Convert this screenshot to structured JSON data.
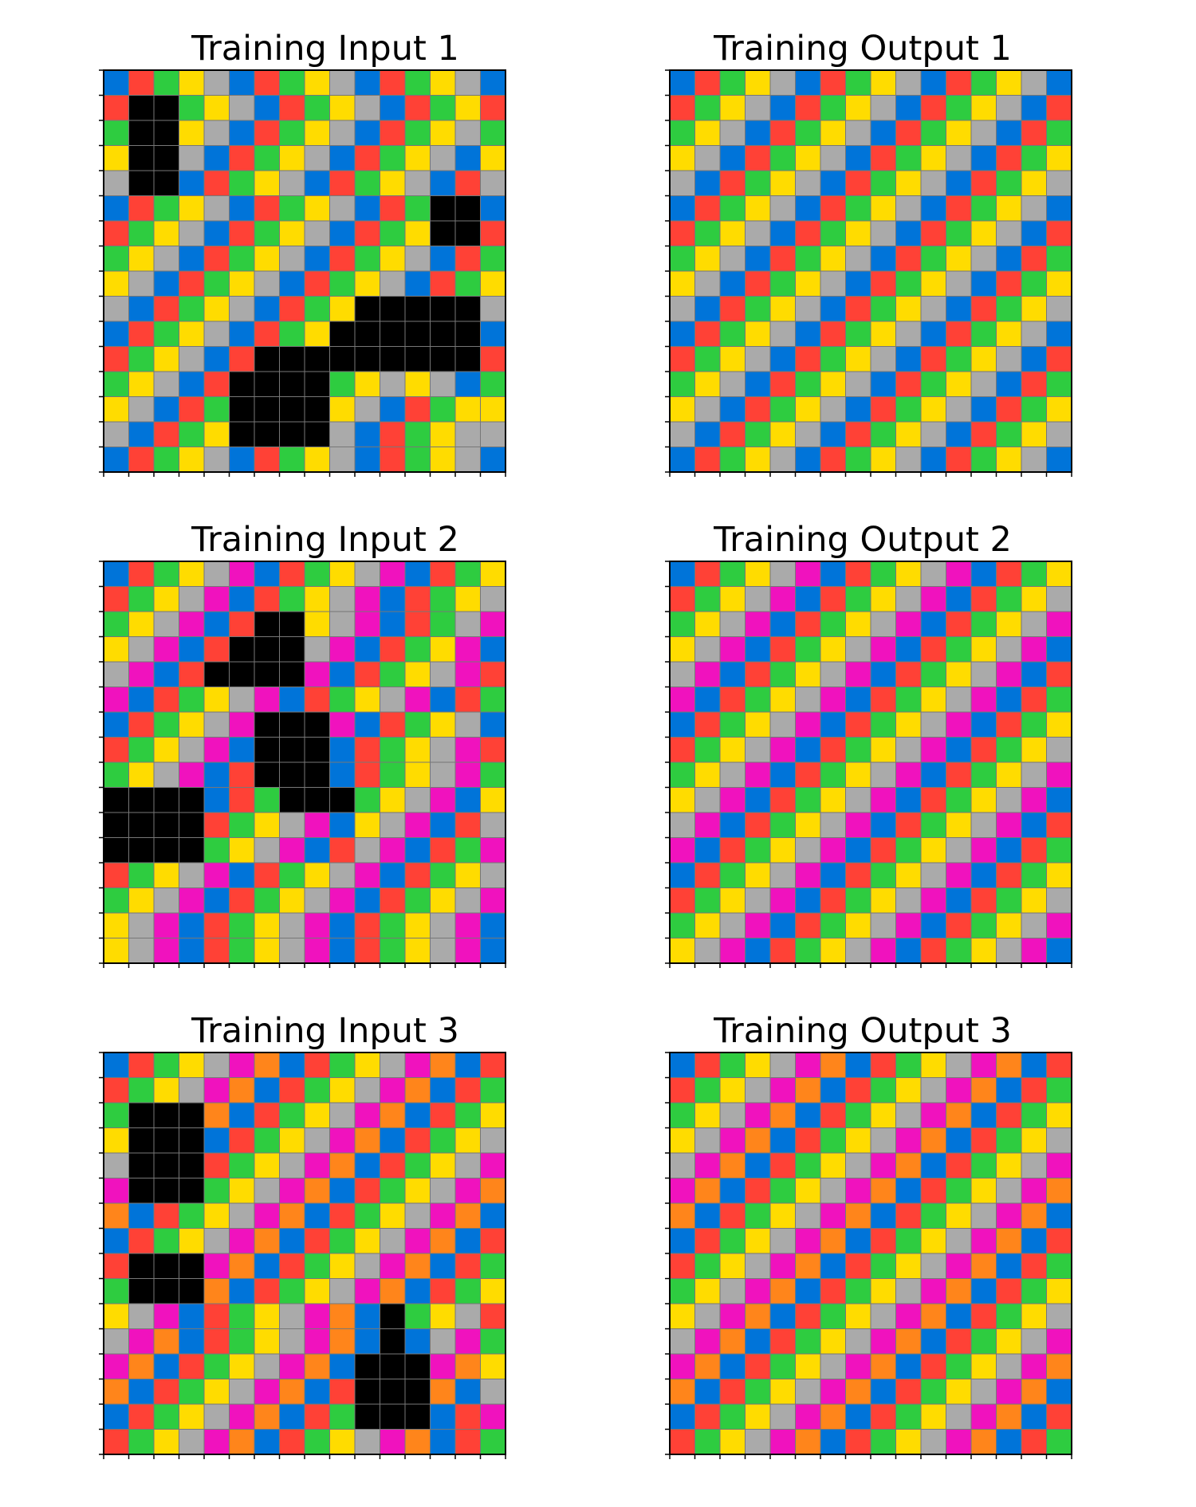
{
  "palette": {
    "0": "#000000",
    "1": "#0074D9",
    "2": "#FF4136",
    "3": "#2ECC40",
    "4": "#FFDC00",
    "5": "#AAAAAA",
    "6": "#F012BE",
    "7": "#FF851B"
  },
  "panels": [
    {
      "title": "Training Input 1",
      "rows": [
        "1234512345123451",
        "2003451234512342",
        "3004512345123453",
        "4005123451234514",
        "5001234512345125",
        "1234512345123001",
        "2345123451234002",
        "3451234512345123",
        "4512345123451234",
        "5123451234000005",
        "1234512340000001",
        "2345120000000002",
        "3451200003454513",
        "4512300004512344",
        "5123400005123455",
        "1234512345123451"
      ]
    },
    {
      "title": "Training Output 1",
      "rows": [
        "1234512345123451",
        "2345123451234512",
        "3451234512345123",
        "4512345123451234",
        "5123451234512345",
        "1234512345123451",
        "2345123451234512",
        "3451234512345123",
        "4512345123451234",
        "5123451234512345",
        "1234512345123451",
        "2345123451234512",
        "3451234512345123",
        "4512345123451234",
        "5123451234512345",
        "1234512345123451"
      ]
    },
    {
      "title": "Training Input 2",
      "rows": [
        "1234561234561234",
        "2345612345612345",
        "3456120045612356",
        "4561200056123461",
        "5612000061234562",
        "6123456123456123",
        "1234560006123451",
        "2345610001234562",
        "3456120001234563",
        "0000123000345614",
        "0000234561456125",
        "0000345612561236",
        "2345612345612345",
        "3456123456123456",
        "4561234561234561",
        "4561234561234561"
      ]
    },
    {
      "title": "Training Output 2",
      "rows": [
        "1234561234561234",
        "2345612345612345",
        "3456123456123456",
        "4561234561234561",
        "5612345612345612",
        "6123456123456123",
        "1234561234561234",
        "2345612345612345",
        "3456123456123456",
        "4561234561234561",
        "5612345612345612",
        "6123456123456123",
        "1234561234561234",
        "2345612345612345",
        "3456123456123456",
        "4561234561234561"
      ]
    },
    {
      "title": "Training Input 3",
      "rows": [
        "1234567123456712",
        "2345671234567123",
        "3000712345671234",
        "4000123456712345",
        "5000234567123456",
        "6000345671234567",
        "7123456712345671",
        "1234567123456712",
        "2000671234567123",
        "3000712345671234",
        "4561234567103452",
        "5671234567101563",
        "6712345671000674",
        "7123456712000715",
        "1234567123000126",
        "2345671234567123"
      ]
    },
    {
      "title": "Training Output 3",
      "rows": [
        "1234567123456712",
        "2345671234567123",
        "3456712345671234",
        "4567123456712345",
        "5671234567123456",
        "6712345671234567",
        "7123456712345671",
        "1234567123456712",
        "2345671234567123",
        "3456712345671234",
        "4567123456712345",
        "5671234567123456",
        "6712345671234567",
        "7123456712345671",
        "1234567123456712",
        "2345671234567123"
      ]
    }
  ]
}
